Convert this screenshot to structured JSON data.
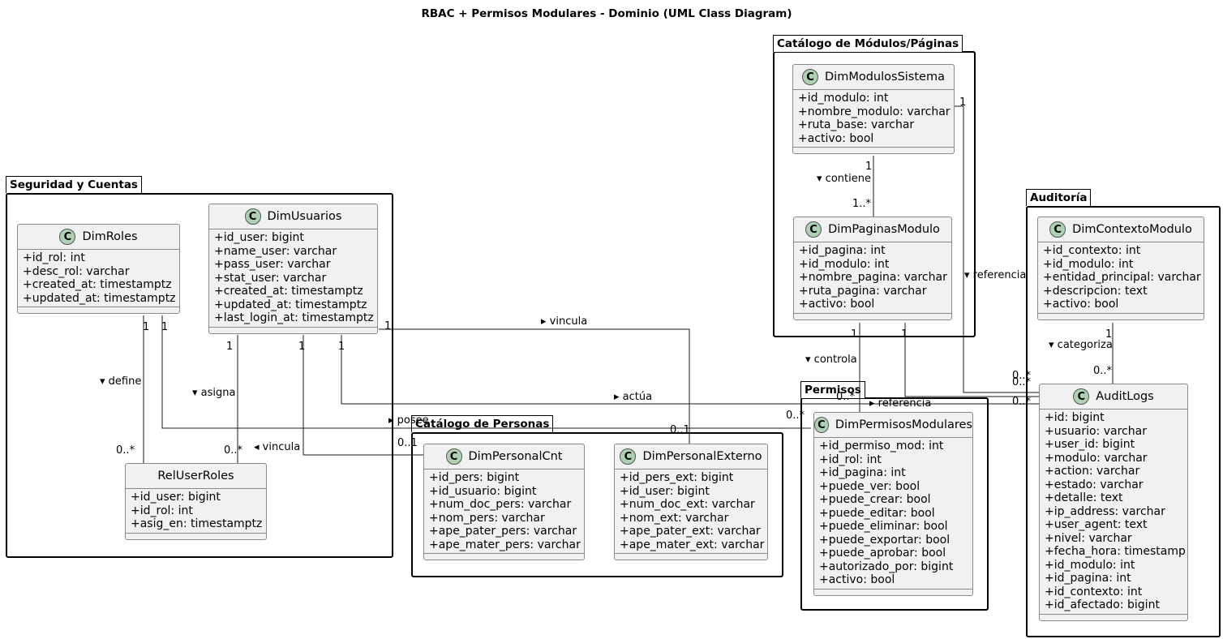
{
  "title": "RBAC + Permisos Modulares - Dominio (UML Class Diagram)",
  "packages": {
    "seguridad": "Seguridad y Cuentas",
    "modulos": "Catálogo de Módulos/Páginas",
    "personas": "Catálogo de Personas",
    "permisos": "Permisos",
    "auditoria": "Auditoría"
  },
  "class_icon_letter": "C",
  "classes": {
    "roles": {
      "name": "DimRoles",
      "attrs": [
        "+id_rol: int",
        "+desc_rol: varchar",
        "+created_at: timestamptz",
        "+updated_at: timestamptz"
      ]
    },
    "usuarios": {
      "name": "DimUsuarios",
      "attrs": [
        "+id_user: bigint",
        "+name_user: varchar",
        "+pass_user: varchar",
        "+stat_user: varchar",
        "+created_at: timestamptz",
        "+updated_at: timestamptz",
        "+last_login_at: timestamptz"
      ]
    },
    "reluserroles": {
      "name": "RelUserRoles",
      "attrs": [
        "+id_user: bigint",
        "+id_rol: int",
        "+asig_en: timestamptz"
      ]
    },
    "personalcnt": {
      "name": "DimPersonalCnt",
      "attrs": [
        "+id_pers: bigint",
        "+id_usuario: bigint",
        "+num_doc_pers: varchar",
        "+nom_pers: varchar",
        "+ape_pater_pers: varchar",
        "+ape_mater_pers: varchar"
      ]
    },
    "personalext": {
      "name": "DimPersonalExterno",
      "attrs": [
        "+id_pers_ext: bigint",
        "+id_user: bigint",
        "+num_doc_ext: varchar",
        "+nom_ext: varchar",
        "+ape_pater_ext: varchar",
        "+ape_mater_ext: varchar"
      ]
    },
    "modulos": {
      "name": "DimModulosSistema",
      "attrs": [
        "+id_modulo: int",
        "+nombre_modulo: varchar",
        "+ruta_base: varchar",
        "+activo: bool"
      ]
    },
    "paginas": {
      "name": "DimPaginasModulo",
      "attrs": [
        "+id_pagina: int",
        "+id_modulo: int",
        "+nombre_pagina: varchar",
        "+ruta_pagina: varchar",
        "+activo: bool"
      ]
    },
    "permisos": {
      "name": "DimPermisosModulares",
      "attrs": [
        "+id_permiso_mod: int",
        "+id_rol: int",
        "+id_pagina: int",
        "+puede_ver: bool",
        "+puede_crear: bool",
        "+puede_editar: bool",
        "+puede_eliminar: bool",
        "+puede_exportar: bool",
        "+puede_aprobar: bool",
        "+autorizado_por: bigint",
        "+activo: bool"
      ]
    },
    "contexto": {
      "name": "DimContextoModulo",
      "attrs": [
        "+id_contexto: int",
        "+id_modulo: int",
        "+entidad_principal: varchar",
        "+descripcion: text",
        "+activo: bool"
      ]
    },
    "auditlogs": {
      "name": "AuditLogs",
      "attrs": [
        "+id: bigint",
        "+usuario: varchar",
        "+user_id: bigint",
        "+modulo: varchar",
        "+action: varchar",
        "+estado: varchar",
        "+detalle: text",
        "+ip_address: varchar",
        "+user_agent: text",
        "+nivel: varchar",
        "+fecha_hora: timestamp",
        "+id_modulo: int",
        "+id_pagina: int",
        "+id_contexto: int",
        "+id_afectado: bigint"
      ]
    }
  },
  "labels": {
    "define": "define",
    "asigna": "asigna",
    "vincula_ext": "vincula",
    "vincula_cnt": "vincula",
    "posee": "posee",
    "actua": "actúa",
    "contiene": "contiene",
    "controla": "controla",
    "referencia_pag": "referencia",
    "referencia_mod": "referencia",
    "categoriza": "categoriza"
  },
  "arrows": {
    "right": "▸",
    "left": "◂",
    "down": "▾"
  },
  "multiplicities": {
    "one": "1",
    "many": "0..*",
    "one_or_more": "1..*",
    "zero_one": "0..1"
  }
}
